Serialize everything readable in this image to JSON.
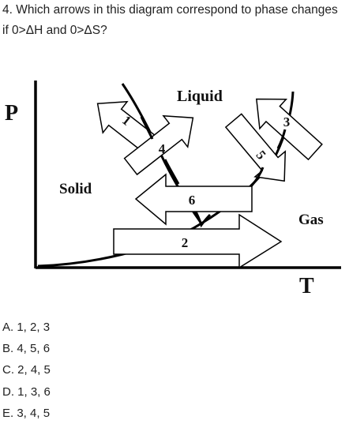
{
  "question": {
    "text": "4. Which arrows in this diagram correspond to phase changes if 0>ΔH and 0>ΔS?"
  },
  "diagram": {
    "axis_y_label": "P",
    "axis_x_label": "T",
    "regions": {
      "liquid": "Liquid",
      "solid": "Solid",
      "gas": "Gas"
    },
    "arrows": [
      "1",
      "2",
      "3",
      "4",
      "5",
      "6"
    ]
  },
  "answers": [
    {
      "text": "A. 1, 2, 3"
    },
    {
      "text": "B. 4, 5, 6"
    },
    {
      "text": "C. 2, 4, 5"
    },
    {
      "text": "D. 1, 3, 6"
    },
    {
      "text": "E. 3, 4, 5"
    }
  ]
}
